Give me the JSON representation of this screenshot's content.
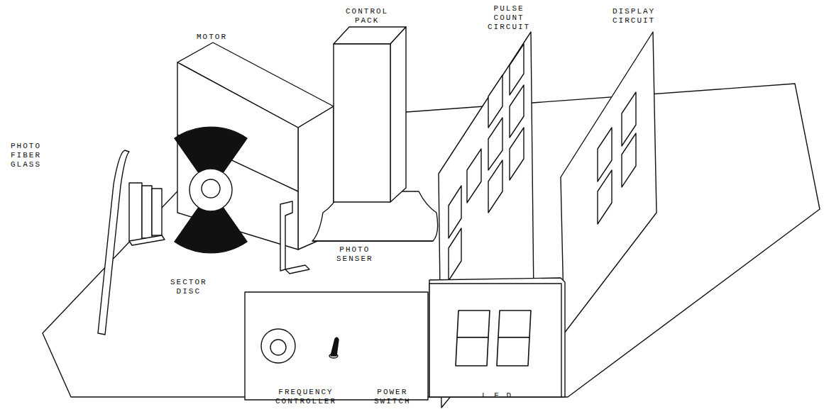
{
  "diagram": {
    "labels": [
      "CONTROL PACK",
      "PULSE COUNT CIRCUIT",
      "DISPLAY CIRCUIT",
      "MOTOR",
      "PHOTO FIBER GLASS",
      "SECTOR DISC",
      "PHOTO SENSER",
      "FREQUENCY CONTROLLER",
      "POWER SWITCH",
      "L E D"
    ]
  }
}
